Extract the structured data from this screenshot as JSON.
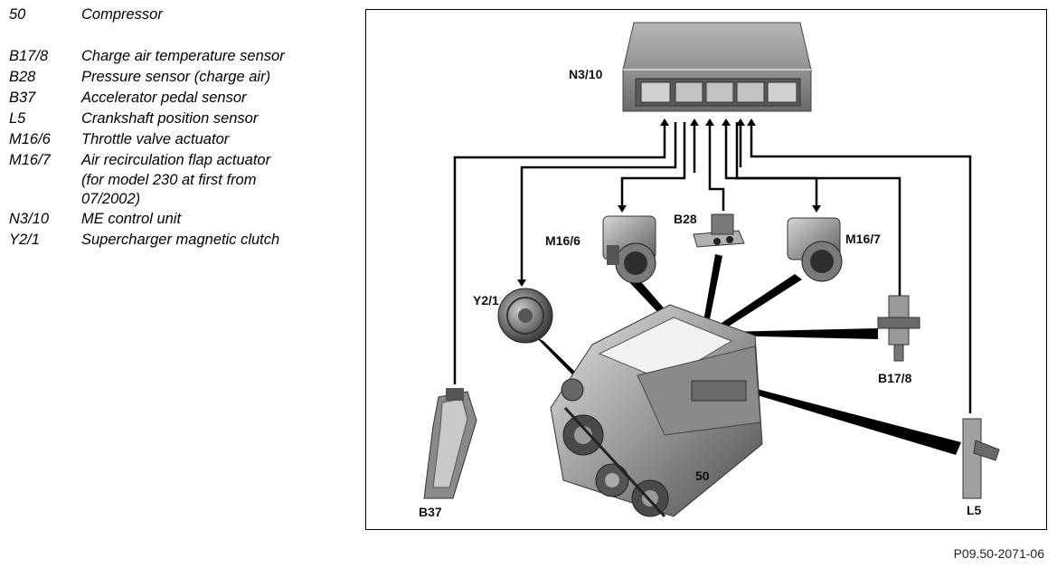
{
  "legend": [
    {
      "code": "50",
      "desc": [
        "Compressor"
      ]
    },
    {
      "code": "B17/8",
      "desc": [
        "Charge air temperature sensor"
      ]
    },
    {
      "code": "B28",
      "desc": [
        "Pressure sensor (charge air)"
      ]
    },
    {
      "code": "B37",
      "desc": [
        "Accelerator pedal sensor"
      ]
    },
    {
      "code": "L5",
      "desc": [
        "Crankshaft position sensor"
      ]
    },
    {
      "code": "M16/6",
      "desc": [
        "Throttle valve actuator"
      ]
    },
    {
      "code": "M16/7",
      "desc": [
        "Air recirculation flap actuator",
        "(for model 230 at first from",
        "07/2002)"
      ]
    },
    {
      "code": "N3/10",
      "desc": [
        "ME control unit"
      ]
    },
    {
      "code": "Y2/1",
      "desc": [
        "Supercharger magnetic clutch"
      ]
    }
  ],
  "diagram_labels": {
    "n3_10": "N3/10",
    "b28": "B28",
    "m16_6": "M16/6",
    "m16_7": "M16/7",
    "y2_1": "Y2/1",
    "b17_8": "B17/8",
    "b37": "B37",
    "l5": "L5",
    "compressor": "50"
  },
  "figure_reference": "P09.50-2071-06"
}
